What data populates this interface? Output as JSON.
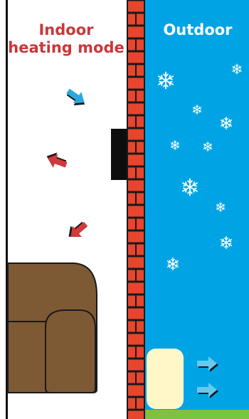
{
  "indoor": {
    "title_line1": "Indoor",
    "title_line2": "heating mode"
  },
  "outdoor": {
    "title": "Outdoor"
  },
  "colors": {
    "brick": "#e8452f",
    "mortar": "#1a1a1a",
    "sky": "#00a4e4",
    "grass": "#7cc243",
    "sofa": "#7d5a34",
    "warm_arrow": "#d03a3a",
    "cool_arrow": "#2ca8e0",
    "outflow_arrow": "#67c9ef",
    "heater": "#fff7c8"
  },
  "icons": {
    "snowflake": "snowflake-icon",
    "arrow": "arrow-icon"
  }
}
